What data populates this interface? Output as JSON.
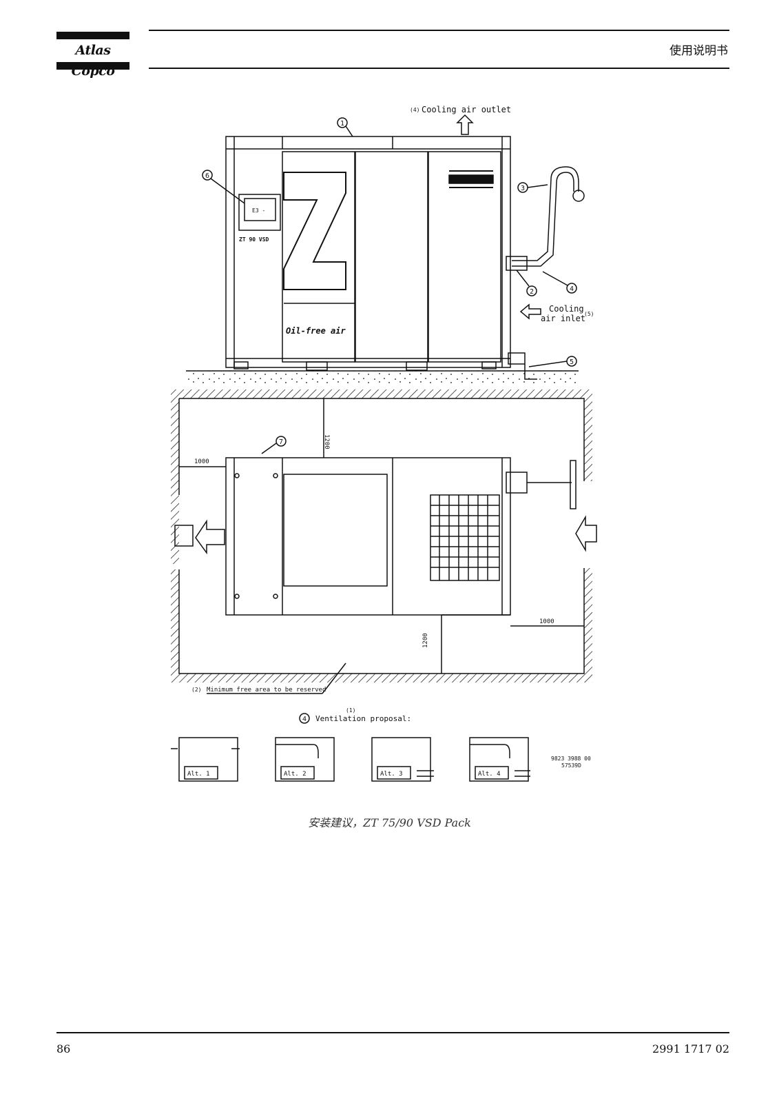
{
  "header": {
    "brand": "Atlas Copco",
    "title": "使用说明书"
  },
  "figure": {
    "labels": {
      "cooling_outlet": "Cooling air outlet",
      "cooling_outlet_ref": "(4)",
      "cooling_inlet_line1": "Cooling",
      "cooling_inlet_line2": "air inlet",
      "cooling_inlet_ref": "(5)",
      "model_plate": "ZT 90 VSD",
      "oil_free": "Oil-free air",
      "min_free_area": "Minimum free area to be reserved",
      "min_free_area_ref": "(2)",
      "ventilation_title": "Ventilation proposal:",
      "ventilation_ref": "(1)",
      "dim_top": "1200",
      "dim_left": "1000",
      "dim_bottom": "1200",
      "dim_right": "1000",
      "alt1": "Alt. 1",
      "alt2": "Alt. 2",
      "alt3": "Alt. 3",
      "alt4": "Alt. 4",
      "drawing_no1": "9823 3988 00",
      "drawing_no2": "57539D"
    },
    "callouts": [
      "1",
      "2",
      "3",
      "4",
      "5",
      "6",
      "7"
    ],
    "caption": "安装建议，ZT 75/90 VSD Pack"
  },
  "footer": {
    "page_number": "86",
    "document_number": "2991 1717 02"
  }
}
